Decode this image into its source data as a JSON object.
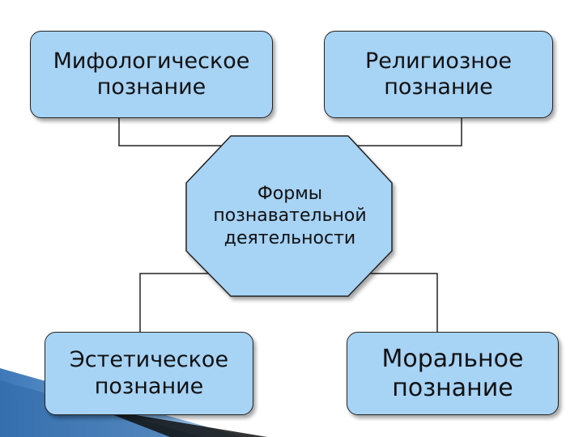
{
  "nodes": {
    "mythological": "Мифологическое\nпознание",
    "religious": "Религиозное\nпознание",
    "center": "Формы\nпознавательной\nдеятельности",
    "aesthetic": "Эстетическое\nпознание",
    "moral": "Моральное\nпознание"
  },
  "colors": {
    "node_fill": "#a7d3f5",
    "border": "#222222",
    "decor_blue": "#4a86c5"
  }
}
